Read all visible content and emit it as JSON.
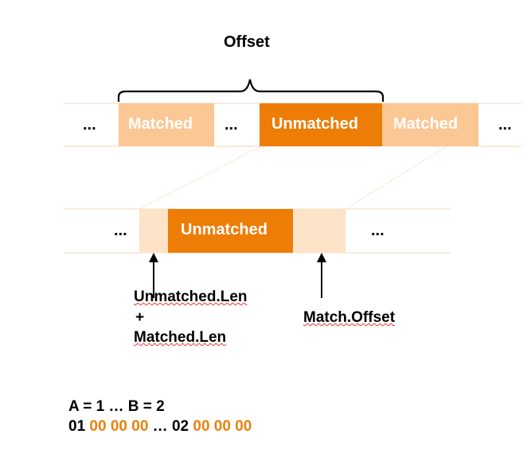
{
  "colors": {
    "matched_fill": "#fbc795",
    "unmatched_fill": "#ed7d07",
    "light_fill": "#fde3c8",
    "border_line": "#f6d7ba",
    "highlight_text": "#e8820e"
  },
  "top_bar": {
    "brace_label": "Offset",
    "segments": [
      "...",
      "Matched",
      "...",
      "Unmatched",
      "Matched",
      "..."
    ]
  },
  "bottom_bar": {
    "segments": [
      "...",
      "Unmatched",
      "..."
    ]
  },
  "pointers": {
    "left_line1": "Unmatched.Len",
    "left_line2": "+",
    "left_line3": "Matched.Len",
    "right": "Match.Offset"
  },
  "encoding": {
    "line1": "A = 1 … B = 2",
    "line2_a": "01 ",
    "line2_b": "00 00 00",
    "line2_c": " … 02 ",
    "line2_d": "00 00 00"
  }
}
